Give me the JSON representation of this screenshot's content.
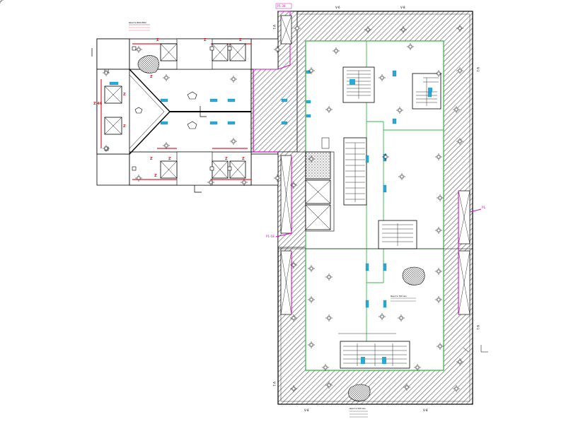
{
  "tags": {
    "top_magenta": "Р1-38",
    "right_magenta": "Р1",
    "left_magenta": "Р1-18",
    "note_wing": "Шахта 800х800",
    "note_main": "Шахта 700 мм",
    "note_bottom": "Шахта 500 мм"
  },
  "axes": {
    "top_left": "V-6",
    "top_right": "V-8",
    "bottom_left": "V-8",
    "bottom_right": "V-8",
    "right_upper": "V-1",
    "right_lower": "V-1",
    "left_upper": "V-1",
    "left_lower": "V-1"
  },
  "wing": {
    "red_z": "Z",
    "left_tag": "Z 46"
  },
  "colors": {
    "wall_hatch": "#555555",
    "green": "#39b54a",
    "magenta": "#d010c0",
    "red": "#e0202a",
    "cyan": "#29a9d6"
  }
}
